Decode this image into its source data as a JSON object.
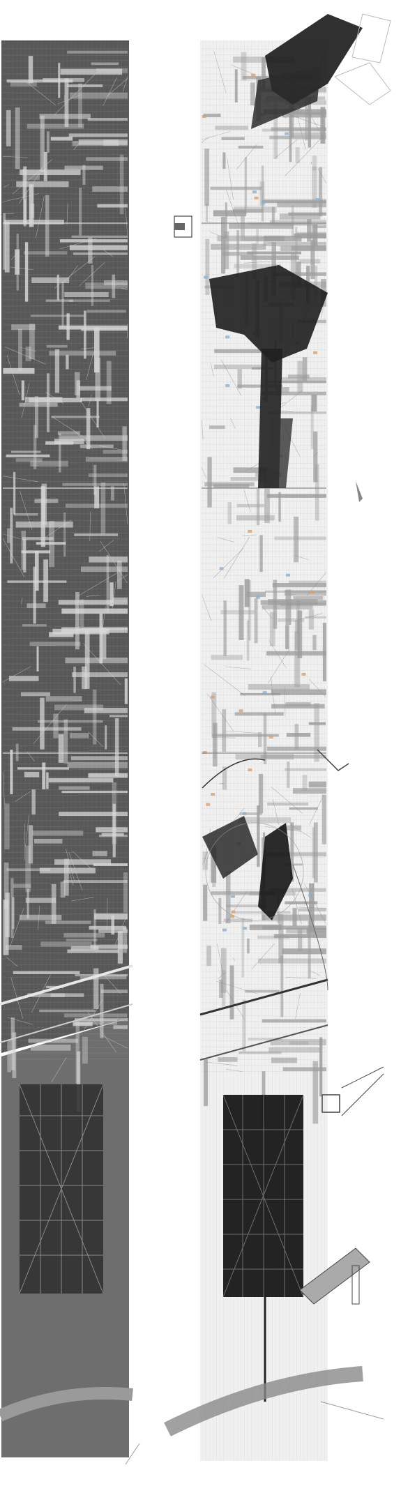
{
  "artwork": {
    "panels": [
      {
        "id": "left",
        "tone": "dark"
      },
      {
        "id": "right",
        "tone": "light"
      }
    ],
    "colors": {
      "page_background": "#ffffff",
      "dark_panel": "#5a5a5a",
      "dark_panel_lines": "#d8d8d8",
      "light_panel": "#f2f2f2",
      "light_panel_lines": "#8a8a8a",
      "ink": "#111111",
      "accent_orange": "#d9a070",
      "accent_blue": "#8fb0cc"
    }
  }
}
